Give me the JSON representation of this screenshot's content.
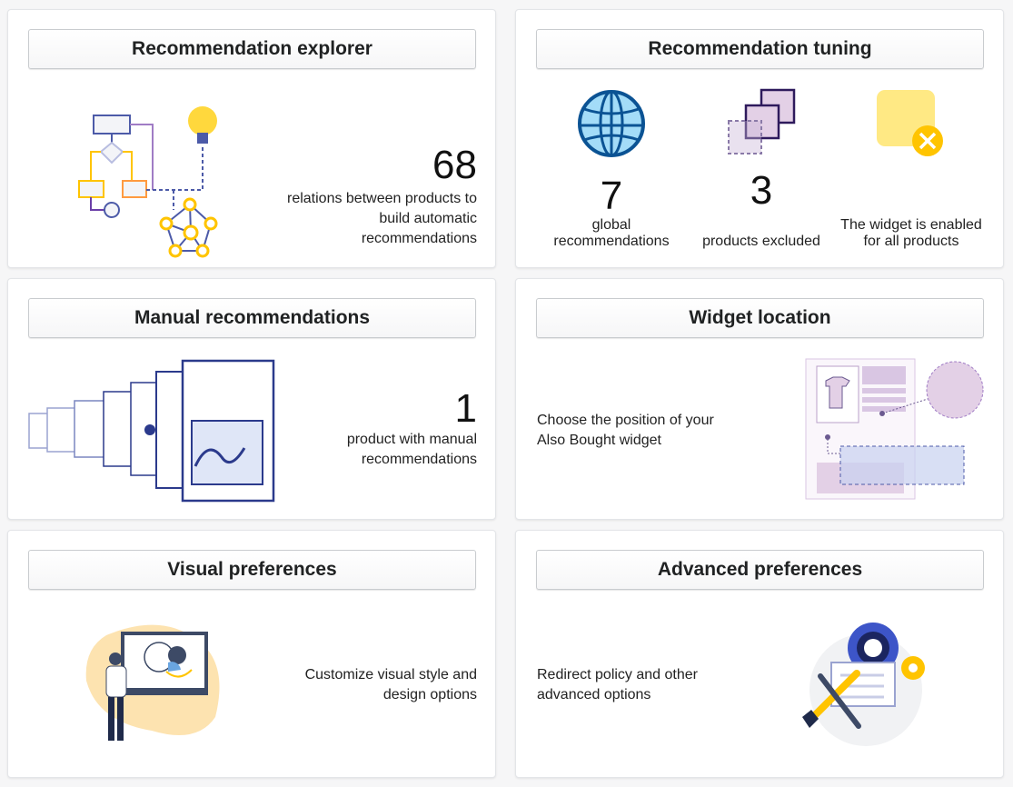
{
  "cards": {
    "explorer": {
      "title": "Recommendation explorer",
      "count": "68",
      "description": "relations between products to build automatic recommendations"
    },
    "tuning": {
      "title": "Recommendation tuning",
      "global_count": "7",
      "global_label": "global recommendations",
      "excluded_count": "3",
      "excluded_label": "products excluded",
      "widget_status": "The widget is enabled for all products"
    },
    "manual": {
      "title": "Manual recommendations",
      "count": "1",
      "description": "product with manual recommendations"
    },
    "location": {
      "title": "Widget location",
      "description": "Choose the position of your Also Bought widget"
    },
    "visual": {
      "title": "Visual preferences",
      "description": "Customize visual style and design options"
    },
    "advanced": {
      "title": "Advanced preferences",
      "description": "Redirect policy and other advanced options"
    }
  },
  "colors": {
    "accent_yellow": "#ffc400",
    "navy": "#2b3a8c",
    "purple": "#d9c6e3",
    "globe": "#0b5394"
  }
}
